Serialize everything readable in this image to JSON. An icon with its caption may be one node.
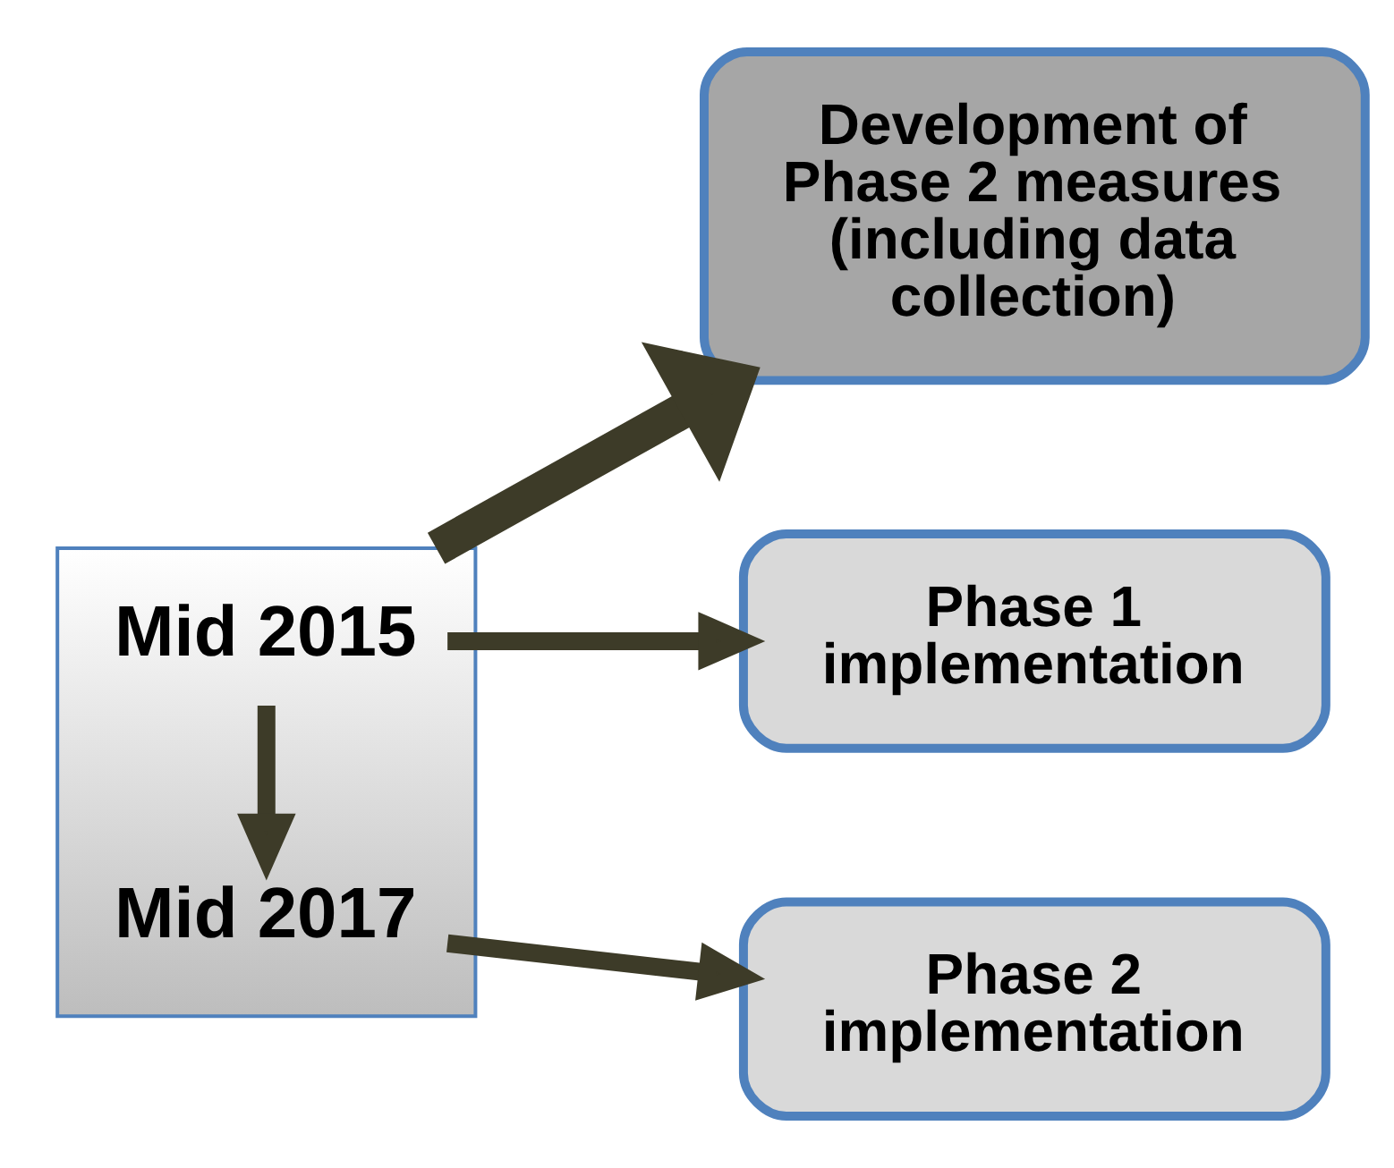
{
  "diagram": {
    "nodes": [
      {
        "text": [],
        "shape": "bar"
      },
      {
        "text": [
          "Mid 2015"
        ],
        "in": 0
      },
      {
        "text": [
          "Mid 2017"
        ],
        "in": 0
      },
      {
        "text": [
          "Phase 1 implementation"
        ]
      },
      {
        "text": [
          "Development of Phase 2 measures (including data collection)"
        ]
      },
      {
        "text": [
          "Phase 2 implementation"
        ]
      }
    ],
    "edges": [
      {
        "from": 1,
        "to": 2,
        "arrow": "to"
      },
      {
        "from": 1,
        "to": 3,
        "arrow": "to"
      },
      {
        "from": 0,
        "to": 4,
        "arrow": "to",
        "style": "thick"
      },
      {
        "from": 2,
        "to": 5,
        "arrow": "to"
      }
    ]
  }
}
